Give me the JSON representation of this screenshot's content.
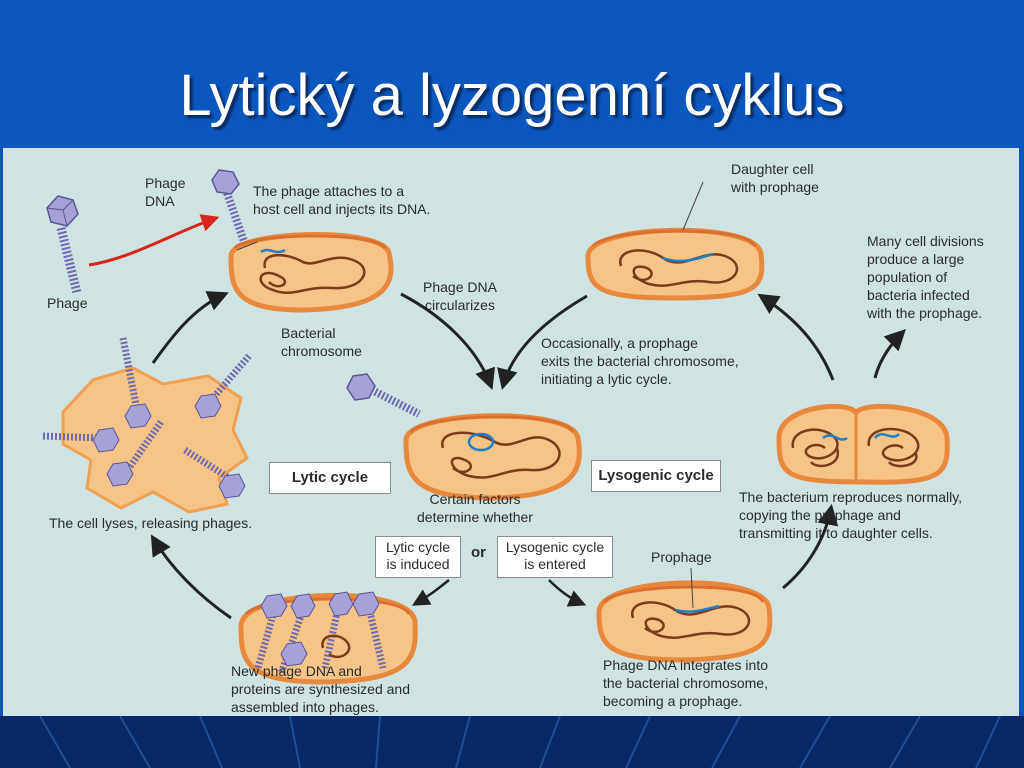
{
  "slide": {
    "title": "Lytický a lyzogenní cyklus"
  },
  "figure": {
    "labels": {
      "phage": "Phage",
      "phage_dna": "Phage\nDNA",
      "attach": "The phage attaches to a\nhost cell and injects its DNA.",
      "bacterial_chromosome": "Bacterial\nchromosome",
      "circularizes": "Phage DNA\ncircularizes",
      "occasionally": "Occasionally, a prophage\nexits the bacterial chromosome,\ninitiating a lytic cycle.",
      "daughter_cell": "Daughter cell\nwith prophage",
      "many_divisions": "Many cell divisions\nproduce a large\npopulation of\nbacteria infected\nwith the prophage.",
      "lyses": "The cell lyses, releasing phages.",
      "certain_factors": "Certain factors\ndetermine whether",
      "or": "or",
      "reproduces": "The bacterium reproduces normally,\ncopying the prophage and\ntransmitting it to daughter cells.",
      "new_phage": "New phage DNA and\nproteins are synthesized and\nassembled into phages.",
      "prophage": "Prophage",
      "integrates": "Phage DNA integrates into\nthe bacterial chromosome,\nbecoming a prophage."
    },
    "boxes": {
      "lytic_cycle": "Lytic cycle",
      "lysogenic_cycle": "Lysogenic cycle",
      "lytic_induced": "Lytic cycle\nis induced",
      "lysogenic_entered": "Lysogenic cycle\nis entered"
    }
  },
  "colors": {
    "slide_background": "#0a55b8",
    "figure_background": "#cfe3e2",
    "cell_fill": "#f7c488",
    "cell_wall": "#e8883c",
    "chromosome": "#7a3b1c",
    "phage_dna": "#1e7fc8",
    "phage": "#8a86c8",
    "arrow": "#222222",
    "injection_arrow": "#d9241c"
  }
}
